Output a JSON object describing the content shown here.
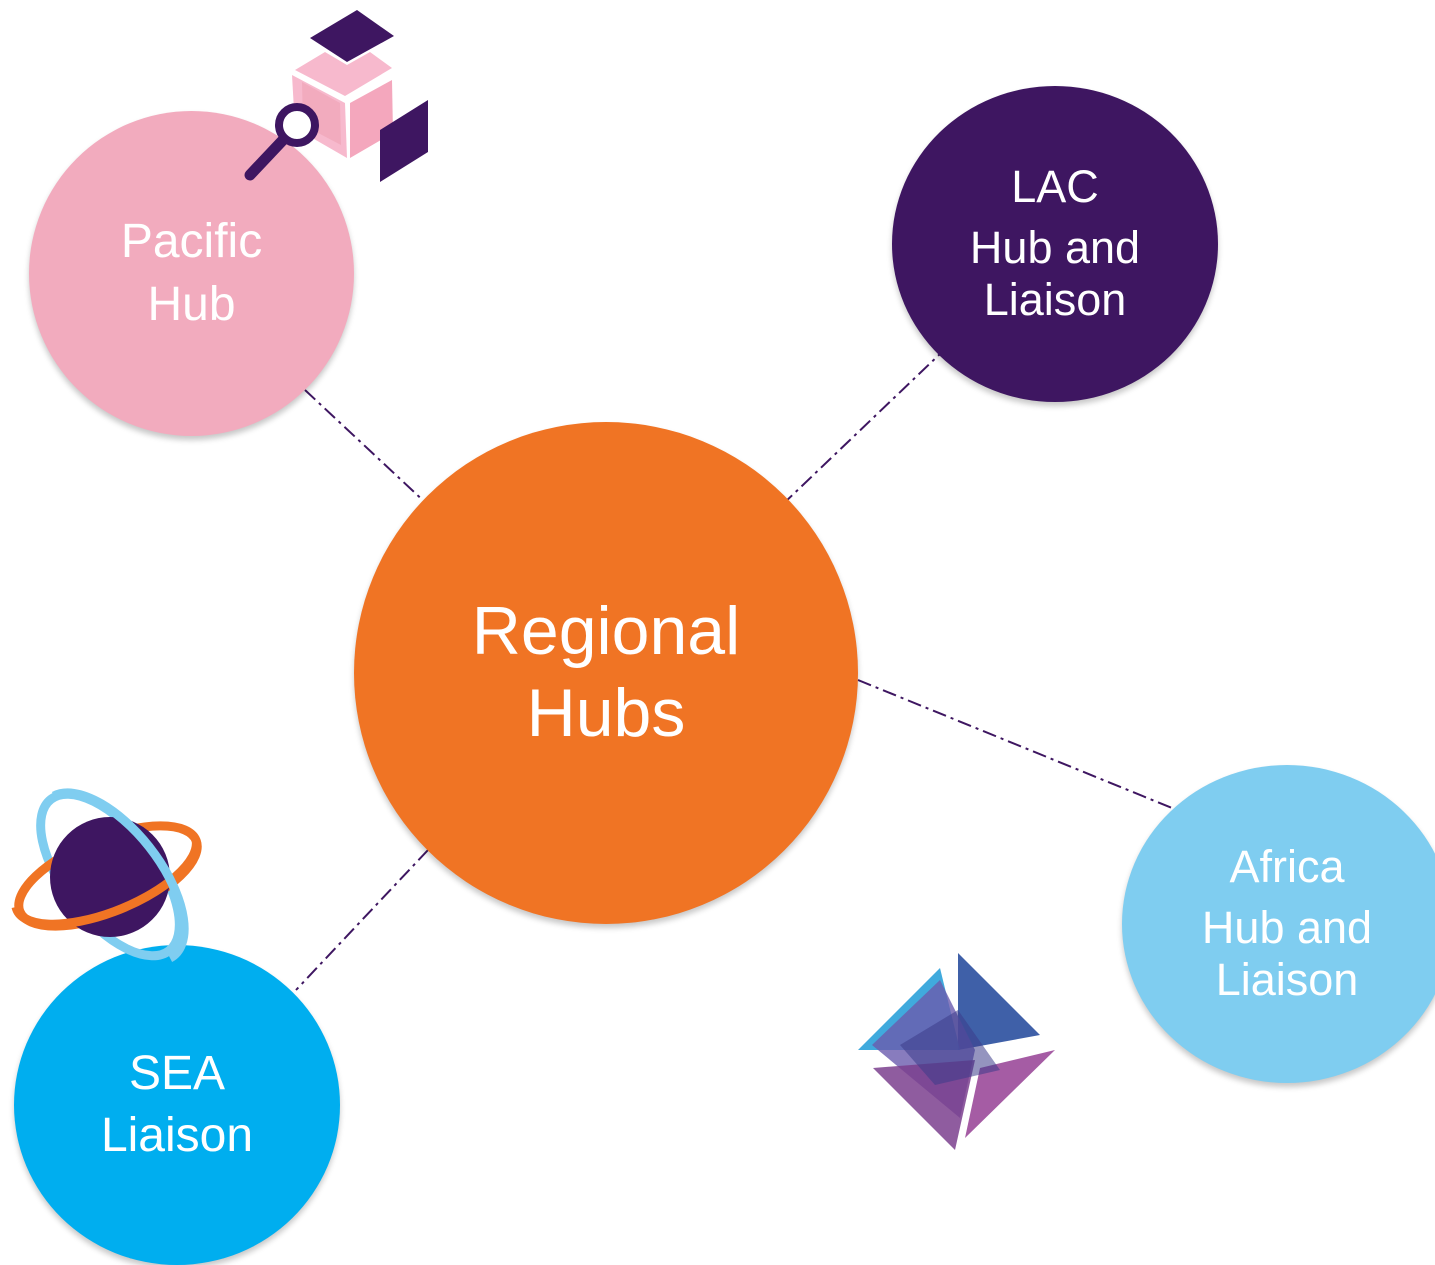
{
  "diagram": {
    "center": {
      "line1": "Regional",
      "line2": "Hubs"
    },
    "nodes": {
      "pacific": {
        "line1": "Pacific",
        "line2": "Hub"
      },
      "lac": {
        "line1": "LAC",
        "line2": "Hub and",
        "line3": "Liaison"
      },
      "africa": {
        "line1": "Africa",
        "line2": "Hub and",
        "line3": "Liaison"
      },
      "sea": {
        "line1": "SEA",
        "line2": "Liaison"
      }
    },
    "colors": {
      "center": "#F07424",
      "pacific": "#F2ABBE",
      "lac": "#3E1661",
      "africa": "#7FCDF0",
      "sea": "#00AEEF",
      "connector": "#3E1661"
    },
    "icons": [
      "box-search-icon",
      "planet-icon",
      "geometric-prism-icon"
    ]
  }
}
